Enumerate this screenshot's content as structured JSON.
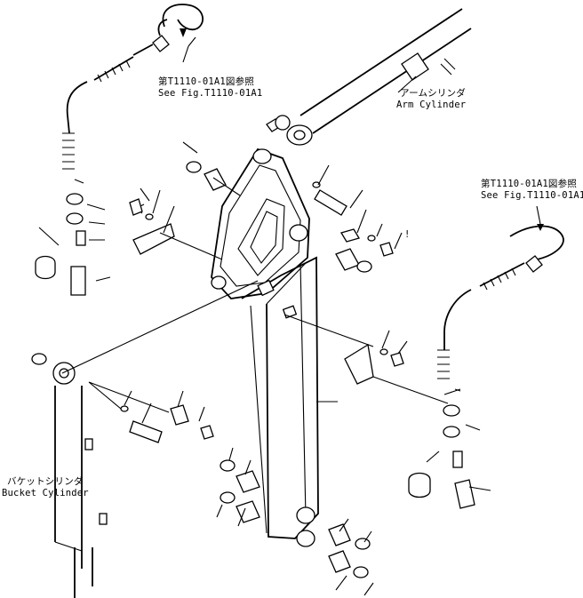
{
  "labels": {
    "arm_cyl_jp": "アームシリンダ",
    "arm_cyl_en": "Arm Cylinder",
    "ref_top_jp": "第T1110-01A1図参照",
    "ref_top_en": "See Fig.T1110-01A1",
    "ref_right_jp": "第T1110-01A1図参照",
    "ref_right_en": "See Fig.T1110-01A1",
    "bucket_cyl_jp": "バケットシリンダ",
    "bucket_cyl_en": "Bucket Cylinder",
    "hole_mark": "!"
  }
}
